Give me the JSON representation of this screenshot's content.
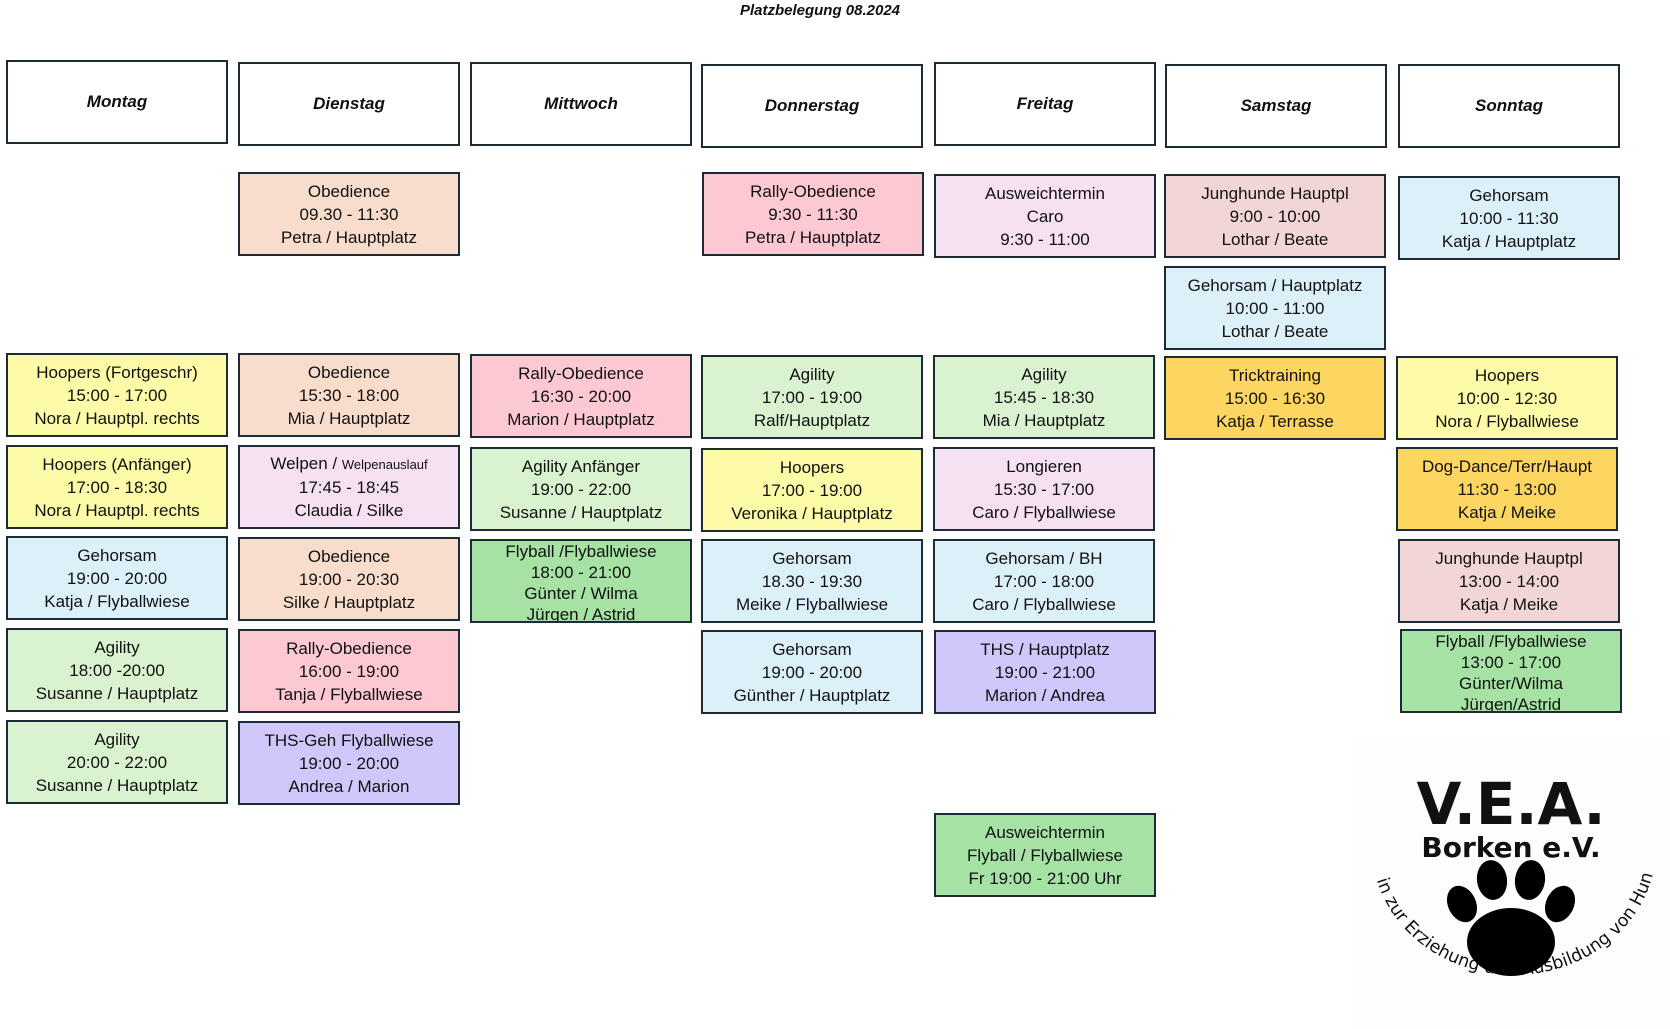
{
  "title": "Platzbelegung 08.2024",
  "days": {
    "mo": "Montag",
    "di": "Dienstag",
    "mi": "Mittwoch",
    "do": "Donnerstag",
    "fr": "Freitag",
    "sa": "Samstag",
    "so": "Sonntag"
  },
  "mo": {
    "e1": [
      "Hoopers (Fortgeschr)",
      "15:00 - 17:00",
      "Nora / Hauptpl. rechts"
    ],
    "e2": [
      "Hoopers (Anfänger)",
      "17:00 - 18:30",
      "Nora / Hauptpl. rechts"
    ],
    "e3": [
      "Gehorsam",
      "19:00 - 20:00",
      "Katja / Flyballwiese"
    ],
    "e4": [
      "Agility",
      "18:00 -20:00",
      "Susanne / Hauptplatz"
    ],
    "e5": [
      "Agility",
      "20:00 - 22:00",
      "Susanne / Hauptplatz"
    ]
  },
  "di": {
    "e1": [
      "Obedience",
      "09.30 - 11:30",
      "Petra / Hauptplatz"
    ],
    "e2": [
      "Obedience",
      "15:30 - 18:00",
      "Mia / Hauptplatz"
    ],
    "e3_a": "Welpen /",
    "e3_b": "Welpenauslauf",
    "e3_time": "17:45 - 18:45",
    "e3_who": "Claudia / Silke",
    "e4": [
      "Obedience",
      "19:00 - 20:30",
      "Silke / Hauptplatz"
    ],
    "e5": [
      "Rally-Obedience",
      "16:00 - 19:00",
      "Tanja / Flyballwiese"
    ],
    "e6": [
      "THS-Geh Flyballwiese",
      "19:00 - 20:00",
      "Andrea / Marion"
    ]
  },
  "mi": {
    "e1": [
      "Rally-Obedience",
      "16:30 - 20:00",
      "Marion / Hauptplatz"
    ],
    "e2": [
      "Agility Anfänger",
      "19:00 - 22:00",
      "Susanne / Hauptplatz"
    ],
    "e3": [
      "Flyball /Flyballwiese",
      "18:00 - 21:00",
      "Günter / Wilma",
      "Jürgen / Astrid"
    ]
  },
  "do": {
    "e1": [
      "Rally-Obedience",
      "9:30 - 11:30",
      "Petra / Hauptplatz"
    ],
    "e2": [
      "Agility",
      "17:00 - 19:00",
      "Ralf/Hauptplatz"
    ],
    "e3": [
      "Hoopers",
      "17:00 - 19:00",
      "Veronika / Hauptplatz"
    ],
    "e4": [
      "Gehorsam",
      "18.30 - 19:30",
      "Meike / Flyballwiese"
    ],
    "e5": [
      "Gehorsam",
      "19:00 - 20:00",
      "Günther / Hauptplatz"
    ]
  },
  "fr": {
    "e1": [
      "Ausweichtermin",
      "Caro",
      "9:30 - 11:00"
    ],
    "e2": [
      "Agility",
      "15:45 - 18:30",
      "Mia / Hauptplatz"
    ],
    "e3": [
      "Longieren",
      "15:30 - 17:00",
      "Caro / Flyballwiese"
    ],
    "e4": [
      "Gehorsam / BH",
      "17:00 - 18:00",
      "Caro / Flyballwiese"
    ],
    "e5": [
      "THS / Hauptplatz",
      "19:00 - 21:00",
      "Marion / Andrea"
    ],
    "e6": [
      "Ausweichtermin",
      "Flyball / Flyballwiese",
      "Fr 19:00 - 21:00 Uhr"
    ]
  },
  "sa": {
    "e1": [
      "Junghunde Hauptpl",
      "9:00 - 10:00",
      "Lothar / Beate"
    ],
    "e2": [
      "Gehorsam / Hauptplatz",
      "10:00 - 11:00",
      "Lothar / Beate"
    ],
    "e3": [
      "Tricktraining",
      "15:00 - 16:30",
      "Katja / Terrasse"
    ]
  },
  "so": {
    "e1": [
      "Gehorsam",
      "10:00 - 11:30",
      "Katja / Hauptplatz"
    ],
    "e2": [
      "Hoopers",
      "10:00 - 12:30",
      "Nora / Flyballwiese"
    ],
    "e3": [
      "Dog-Dance/Terr/Haupt",
      "11:30 - 13:00",
      "Katja / Meike"
    ],
    "e4": [
      "Junghunde Hauptpl",
      "13:00 - 14:00",
      "Katja / Meike"
    ],
    "e5": [
      "Flyball /Flyballwiese",
      "13:00 - 17:00",
      "Günter/Wilma",
      "Jürgen/Astrid"
    ]
  },
  "logo": {
    "name": "V.E.A.",
    "place": "Borken e.V.",
    "motto": "Verein zur Erziehung und Ausbildung von Hunden",
    "icon": "paw-icon"
  },
  "colors": {
    "salmon": "#f8dccc",
    "pink": "#fcc8d2",
    "lavender": "#f6e1f3",
    "rose": "#f2d6d5",
    "blue": "#dcf0fa",
    "yellow": "#fdfaa8",
    "light_green": "#d9f2d0",
    "green": "#a5e2a4",
    "orange": "#fdd561",
    "purple": "#d0c8fb",
    "border": "#1c2b36"
  }
}
